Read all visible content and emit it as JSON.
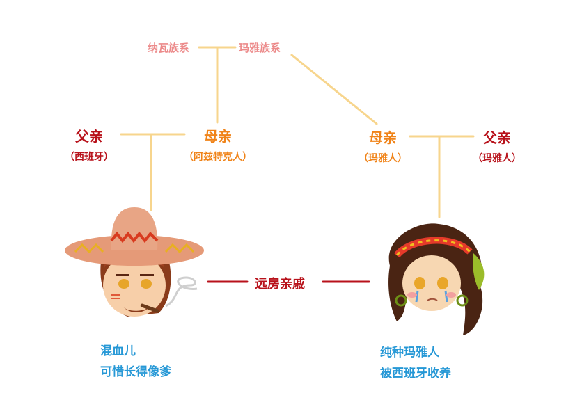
{
  "tribes": {
    "nahua": "纳瓦族系",
    "maya": "玛雅族系"
  },
  "left_family": {
    "father_title": "父亲",
    "father_sub": "（西班牙）",
    "mother_title": "母亲",
    "mother_sub": "（阿兹特克人）"
  },
  "right_family": {
    "mother_title": "母亲",
    "mother_sub": "（玛雅人）",
    "father_title": "父亲",
    "father_sub": "（玛雅人）"
  },
  "relation_label": "远房亲戚",
  "left_character": {
    "line1": "混血儿",
    "line2": "可惜长得像爹"
  },
  "right_character": {
    "line1": "纯种玛雅人",
    "line2": "被西班牙收养"
  },
  "colors": {
    "tree_line": "#f7d58d",
    "relation_line": "#b8121b",
    "tribe_text": "#ec8a8a",
    "father_text": "#b8121b",
    "mother_text": "#f08318",
    "desc_text": "#2698d6"
  }
}
